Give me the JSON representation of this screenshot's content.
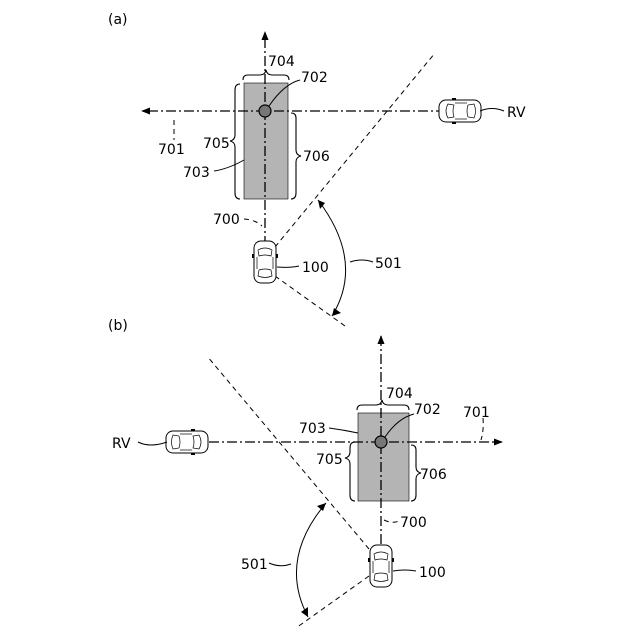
{
  "panel_a": {
    "label": "(a)",
    "labels": {
      "rv": "RV",
      "l100": "100",
      "l501": "501",
      "l700": "700",
      "l701": "701",
      "l702": "702",
      "l703": "703",
      "l704": "704",
      "l705": "705",
      "l706": "706"
    }
  },
  "panel_b": {
    "label": "(b)",
    "labels": {
      "rv": "RV",
      "l100": "100",
      "l501": "501",
      "l700": "700",
      "l701": "701",
      "l702": "702",
      "l703": "703",
      "l704": "704",
      "l705": "705",
      "l706": "706"
    }
  },
  "colors": {
    "line": "#000000",
    "zone_fill": "#b4b4b4",
    "background": "#ffffff"
  }
}
